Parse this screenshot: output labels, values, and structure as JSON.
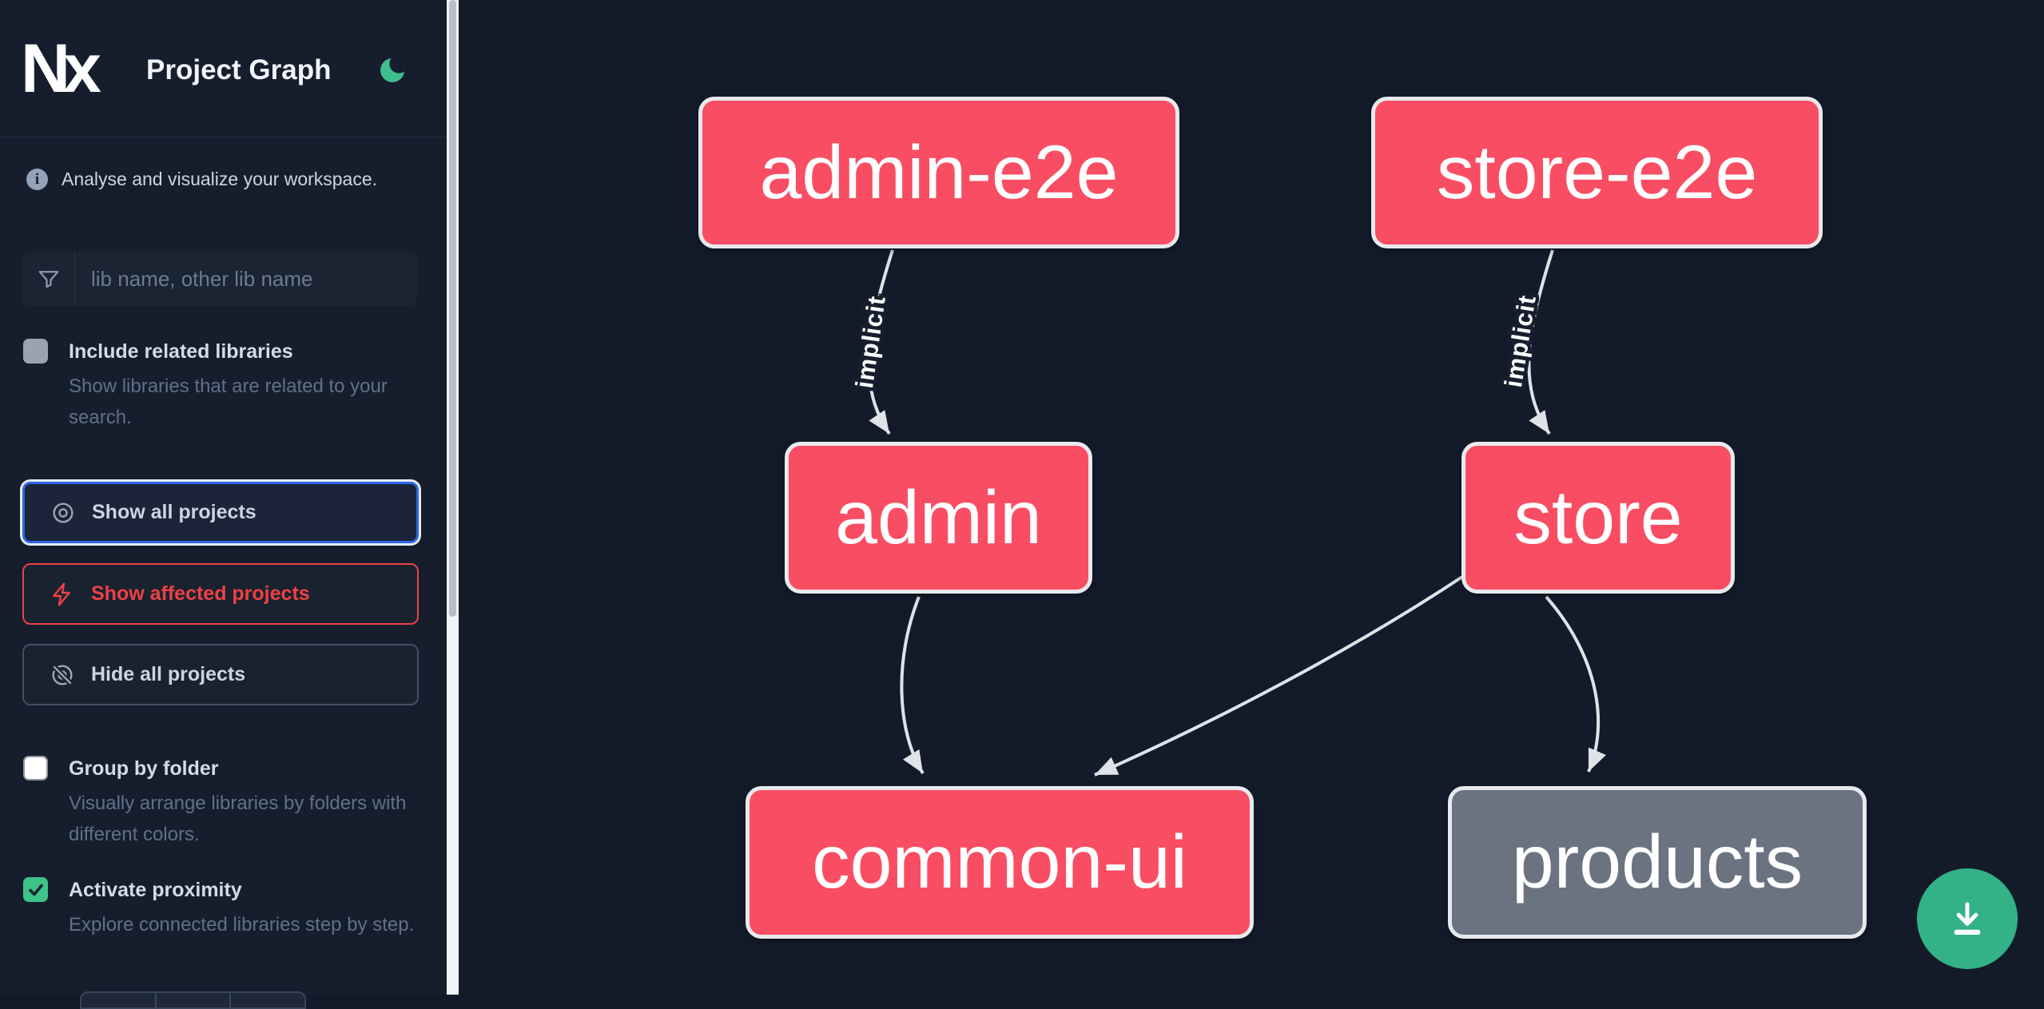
{
  "app": {
    "logo_text": "Nx",
    "title": "Project Graph",
    "theme_icon": "moon"
  },
  "sidebar": {
    "tagline": "Analyse and visualize your workspace.",
    "search": {
      "placeholder": "lib name, other lib name",
      "value": ""
    },
    "include_related": {
      "label": "Include related libraries",
      "description": "Show libraries that are related to your search.",
      "checked": false
    },
    "actions": {
      "show_all": "Show all projects",
      "show_affected": "Show affected projects",
      "hide_all": "Hide all projects"
    },
    "group_by_folder": {
      "label": "Group by folder",
      "description": "Visually arrange libraries by folders with different colors.",
      "checked": false
    },
    "proximity": {
      "label": "Activate proximity",
      "description": "Explore connected libraries step by step.",
      "checked": true
    }
  },
  "graph": {
    "nodes": [
      {
        "id": "admin-e2e",
        "label": "admin-e2e",
        "color": "pink"
      },
      {
        "id": "store-e2e",
        "label": "store-e2e",
        "color": "pink"
      },
      {
        "id": "admin",
        "label": "admin",
        "color": "pink"
      },
      {
        "id": "store",
        "label": "store",
        "color": "pink"
      },
      {
        "id": "common-ui",
        "label": "common-ui",
        "color": "pink"
      },
      {
        "id": "products",
        "label": "products",
        "color": "gray"
      }
    ],
    "edges": [
      {
        "from": "admin-e2e",
        "to": "admin",
        "label": "implicit"
      },
      {
        "from": "store-e2e",
        "to": "store",
        "label": "implicit"
      },
      {
        "from": "admin",
        "to": "common-ui",
        "label": ""
      },
      {
        "from": "store",
        "to": "common-ui",
        "label": ""
      },
      {
        "from": "store",
        "to": "products",
        "label": ""
      }
    ]
  },
  "colors": {
    "node_pink": "#f94d63",
    "node_gray": "#6b7280",
    "edge": "#dfe3e8",
    "green_accent": "#32b286",
    "moon_green": "#3fbe90",
    "focus_blue": "#2e66e5",
    "affected_red": "#ee4045",
    "sidebar_bg": "#161e2e",
    "canvas_bg": "#131b2b"
  }
}
